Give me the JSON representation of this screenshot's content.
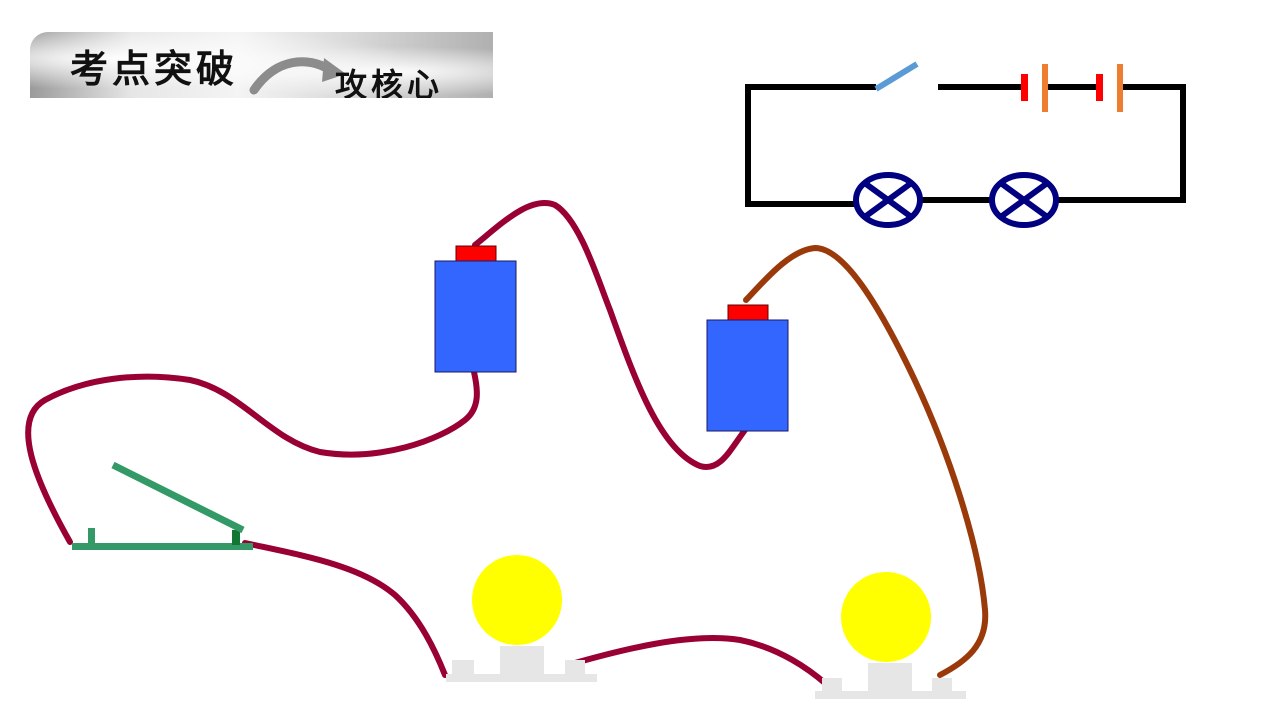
{
  "header": {
    "title_left": "考点突破",
    "title_right": "攻核心",
    "arrow_icon": "curved-arrow-icon"
  },
  "colors": {
    "wire_main": "#990033",
    "wire_brown": "#9a3a0a",
    "battery_body": "#3366ff",
    "battery_terminal": "#ff0000",
    "switch_green": "#339966",
    "bulb_glass": "#ffff00",
    "bulb_base": "#e6e6e6",
    "lamp_symbol": "#000080",
    "schematic_wire": "#000000",
    "cell_long_plate": "#ed7d31",
    "cell_short_plate": "#ff0000",
    "schematic_switch": "#5b9bd5"
  },
  "diagram": {
    "schematic_components": [
      "switch",
      "cell",
      "cell",
      "lamp",
      "lamp"
    ],
    "physical_components": [
      "battery",
      "battery",
      "knife-switch",
      "bulb",
      "bulb"
    ]
  }
}
